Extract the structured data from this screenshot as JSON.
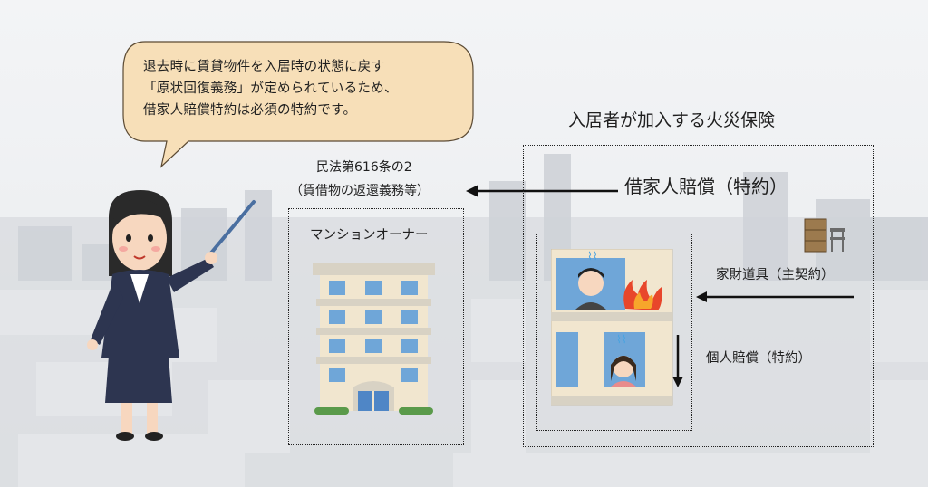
{
  "speech_bubble": {
    "lines": [
      "退去時に賃貸物件を入居時の状態に戻す",
      "「原状回復義務」が定められているため、",
      "借家人賠償特約は必須の特約です。"
    ]
  },
  "insurance_title": "入居者が加入する火災保険",
  "law_reference": {
    "line1": "民法第616条の2",
    "line2": "（賃借物の返還義務等）"
  },
  "tenant_liability": "借家人賠償（特約）",
  "owner_label": "マンションオーナー",
  "household_goods": "家財道具（主契約）",
  "personal_liability": "個人賠償（特約）",
  "colors": {
    "bubble_fill": "#f7dfb8",
    "window_blue": "#6fa6d8",
    "building_beige": "#f1e6cf",
    "flame": "#e8462b",
    "suit_navy": "#2d3550"
  },
  "icons": [
    "teacher-with-pointer-icon",
    "apartment-building-icon",
    "furniture-icon",
    "fire-icon",
    "resident-man-icon",
    "resident-woman-icon"
  ]
}
